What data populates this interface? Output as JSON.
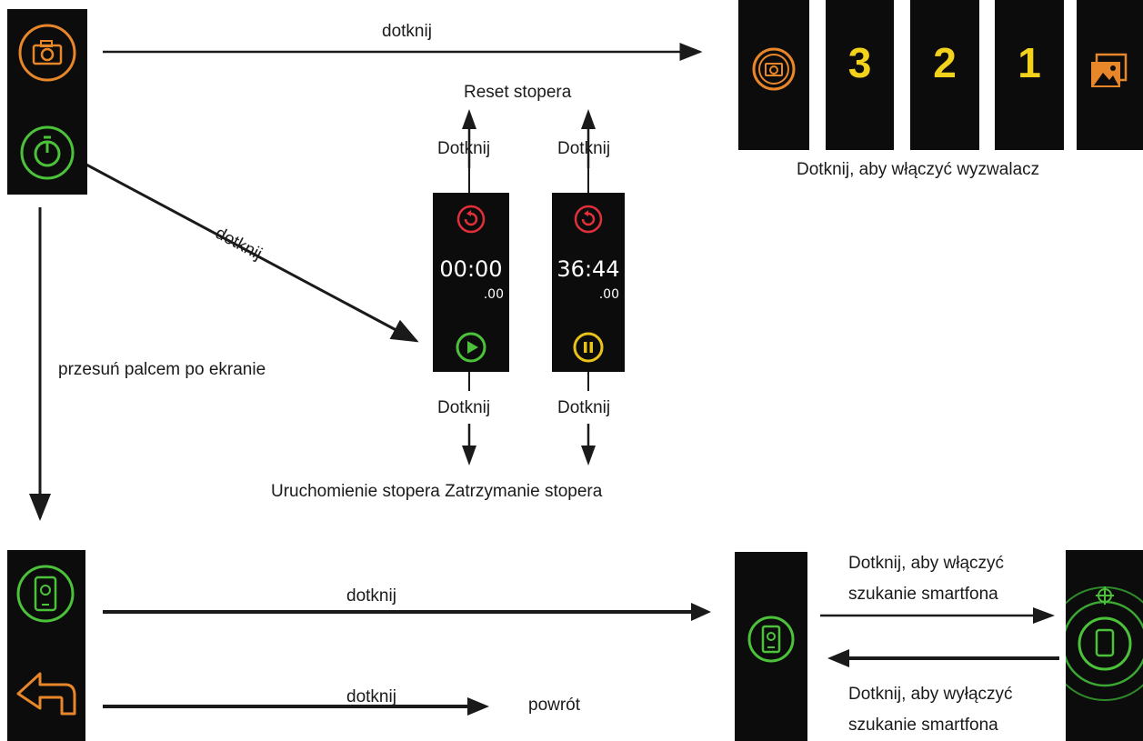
{
  "top": {
    "tap_label": "dotknij",
    "countdown": [
      "3",
      "2",
      "1"
    ],
    "trigger_caption": "Dotknij, aby włączyć wyzwalacz"
  },
  "stopwatch": {
    "reset_label": "Reset stopera",
    "tap_top_left": "Dotknij",
    "tap_top_right": "Dotknij",
    "tap_bottom_left": "Dotknij",
    "tap_bottom_right": "Dotknij",
    "time_idle": "00:00",
    "time_idle_ms": ".00",
    "time_running": "36:44",
    "time_running_ms": ".00",
    "start_stop_caption": "Uruchomienie stopera Zatrzymanie stopera",
    "diagonal_tap": "dotknij"
  },
  "swipe_label": "przesuń palcem po ekranie",
  "bottom": {
    "tap_label_1": "dotknij",
    "tap_label_2": "dotknij",
    "back_label": "powrót",
    "find_on_1": "Dotknij, aby włączyć",
    "find_on_2": "szukanie smartfona",
    "find_off_1": "Dotknij, aby wyłączyć",
    "find_off_2": "szukanie smartfona"
  },
  "colors": {
    "camera": "#e8862a",
    "stopwatch": "#4cc23a",
    "reset": "#e0303a",
    "pause": "#e9c21a",
    "countdown": "#f2d21b",
    "back": "#e8862a",
    "phone": "#4cc23a"
  },
  "icons": [
    "camera-icon",
    "stopwatch-icon",
    "gallery-icon",
    "reset-icon",
    "play-icon",
    "pause-icon",
    "phone-icon",
    "back-arrow-icon",
    "find-phone-icon"
  ]
}
